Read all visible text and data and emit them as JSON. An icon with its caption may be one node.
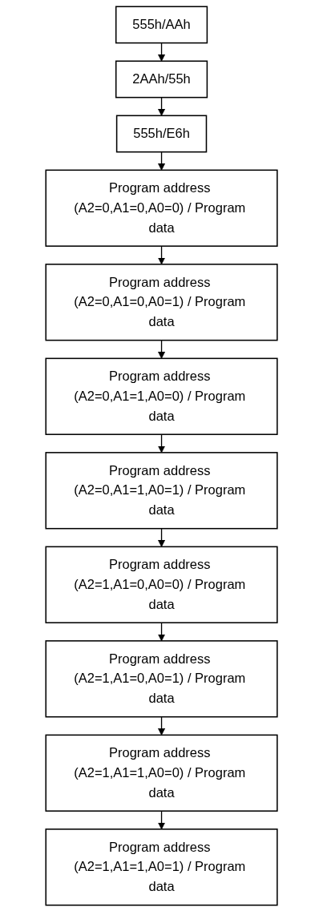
{
  "diagram": {
    "nodes": [
      {
        "text": [
          "555h/AAh"
        ]
      },
      {
        "text": [
          "2AAh/55h"
        ]
      },
      {
        "text": [
          "555h/E6h"
        ]
      },
      {
        "text": [
          "Program address (A2=0,A1=0,A0=0) / Program data"
        ]
      },
      {
        "text": [
          "Program address (A2=0,A1=0,A0=1) / Program data"
        ]
      },
      {
        "text": [
          "Program address (A2=0,A1=1,A0=0) / Program data"
        ]
      },
      {
        "text": [
          "Program address (A2=0,A1=1,A0=1) / Program data"
        ]
      },
      {
        "text": [
          "Program address (A2=1,A1=0,A0=0) / Program data"
        ]
      },
      {
        "text": [
          "Program address (A2=1,A1=0,A0=1) / Program data"
        ]
      },
      {
        "text": [
          "Program address (A2=1,A1=1,A0=0) / Program data"
        ]
      },
      {
        "text": [
          "Program address (A2=1,A1=1,A0=1) / Program data"
        ]
      }
    ],
    "edges": [
      {
        "from": 0,
        "to": 1,
        "arrow": "to"
      },
      {
        "from": 1,
        "to": 2,
        "arrow": "to"
      },
      {
        "from": 2,
        "to": 3,
        "arrow": "to"
      },
      {
        "from": 3,
        "to": 4,
        "arrow": "to"
      },
      {
        "from": 4,
        "to": 5,
        "arrow": "to"
      },
      {
        "from": 5,
        "to": 6,
        "arrow": "to"
      },
      {
        "from": 6,
        "to": 7,
        "arrow": "to"
      },
      {
        "from": 7,
        "to": 8,
        "arrow": "to"
      },
      {
        "from": 8,
        "to": 9,
        "arrow": "to"
      },
      {
        "from": 9,
        "to": 10,
        "arrow": "to"
      }
    ]
  }
}
